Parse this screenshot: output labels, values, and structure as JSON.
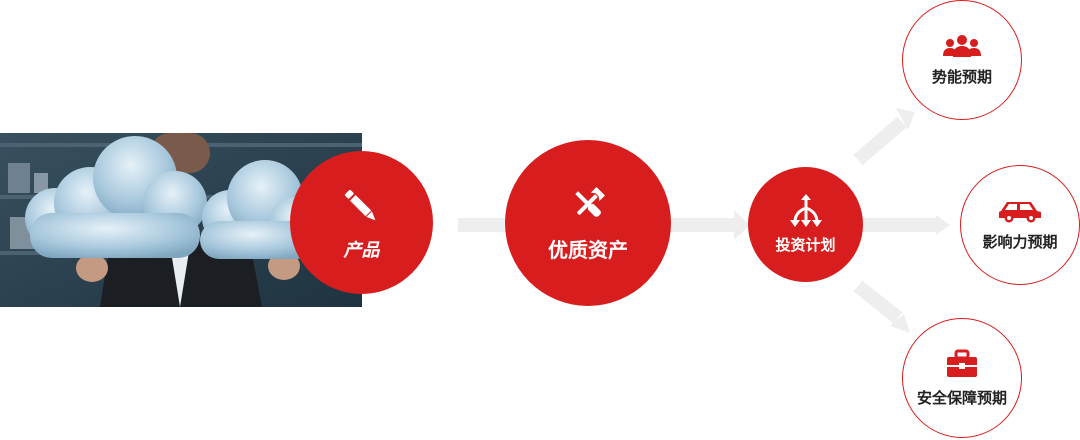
{
  "nodes": {
    "product": {
      "label": "产品",
      "icon": "pencil-icon"
    },
    "quality_assets": {
      "label": "优质资产",
      "icon": "tools-icon"
    },
    "investment_plan": {
      "label": "投资计划",
      "icon": "branch-arrows-icon"
    }
  },
  "outcomes": [
    {
      "label": "势能预期",
      "icon": "people-icon"
    },
    {
      "label": "影响力预期",
      "icon": "car-icon"
    },
    {
      "label": "安全保障预期",
      "icon": "toolbox-icon"
    }
  ],
  "colors": {
    "accent": "#d71d1d",
    "arrow": "#eeeeee",
    "text": "#222222"
  }
}
